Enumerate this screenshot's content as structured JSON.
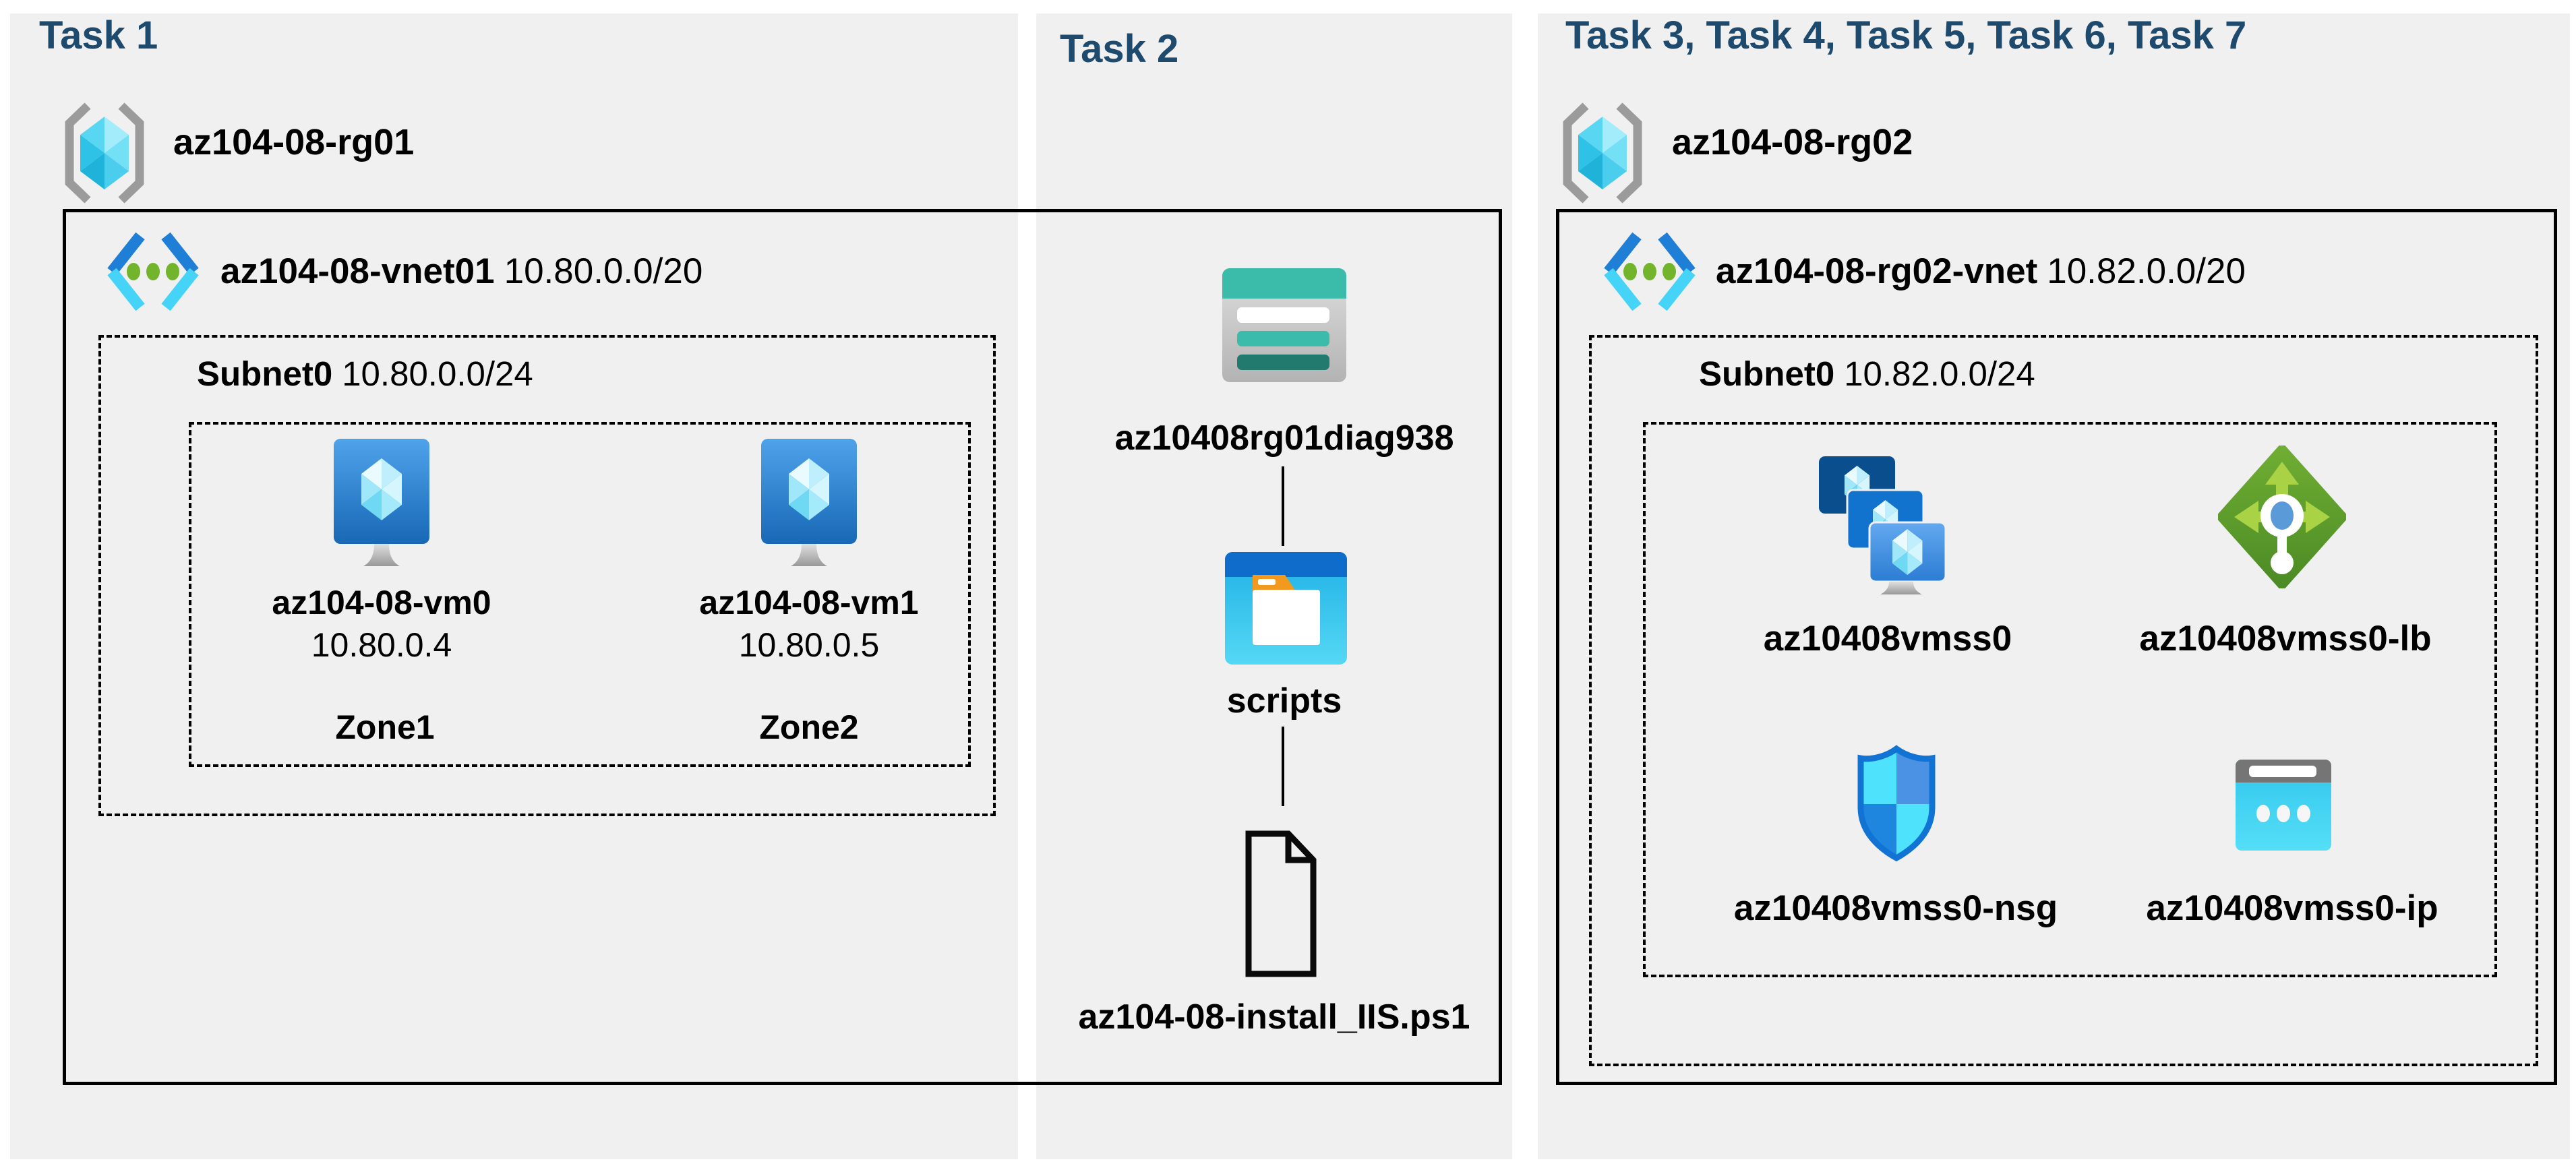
{
  "colors": {
    "header": "#1d4a6d",
    "panel_bg": "#f0f0f0",
    "background": "#ffffff",
    "ink": "#000000",
    "teal_storage": "#3bbcab",
    "azure_blue": "#1f7fd6",
    "green_lb": "#5f9e2b"
  },
  "task1": {
    "header": "Task 1",
    "rg_name": "az104-08-rg01",
    "vnet_name": "az104-08-vnet01",
    "vnet_cidr": "10.80.0.0/20",
    "subnet_name": "Subnet0",
    "subnet_cidr": "10.80.0.0/24",
    "vm0": {
      "name": "az104-08-vm0",
      "ip": "10.80.0.4",
      "zone": "Zone1"
    },
    "vm1": {
      "name": "az104-08-vm1",
      "ip": "10.80.0.5",
      "zone": "Zone2"
    }
  },
  "task2": {
    "header": "Task 2",
    "storage_account": "az10408rg01diag938",
    "file_share": "scripts",
    "script_file": "az104-08-install_IIS.ps1"
  },
  "task3": {
    "header": "Task 3, Task 4, Task 5, Task 6, Task 7",
    "rg_name": "az104-08-rg02",
    "vnet_name": "az104-08-rg02-vnet",
    "vnet_cidr": "10.82.0.0/20",
    "subnet_name": "Subnet0",
    "subnet_cidr": "10.82.0.0/24",
    "vmss_name": "az10408vmss0",
    "lb_name": "az10408vmss0-lb",
    "nsg_name": "az10408vmss0-nsg",
    "ip_name": "az10408vmss0-ip"
  }
}
